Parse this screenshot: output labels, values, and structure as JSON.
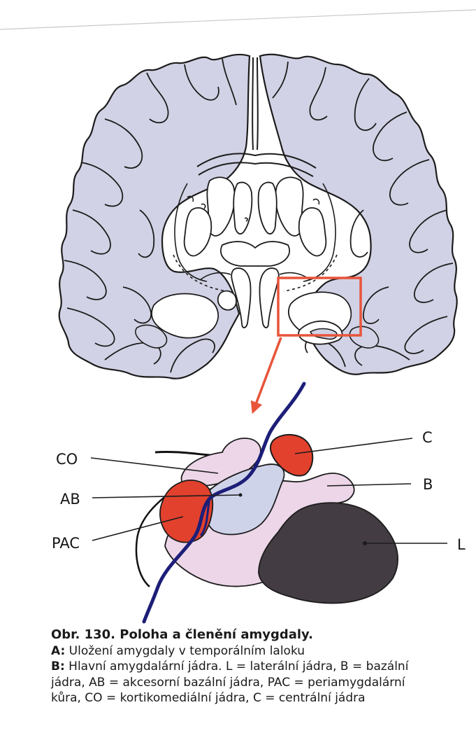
{
  "labels": {
    "co": "CO",
    "ab": "AB",
    "pac": "PAC",
    "c": "C",
    "b": "B",
    "l": "L"
  },
  "caption": {
    "title": "Obr. 130. Poloha a členění amygdaly.",
    "a_lead": "A:",
    "a_text": " Uložení amygdaly v temporálním laloku",
    "b_lead": "B:",
    "b_text_1": " Hlavní amygdalární jádra. L = laterální jádra, B = bazální",
    "b_text_2": "jádra, AB = akcesorní bazální jádra, PAC = periamygdalární",
    "b_text_3": "kůra, CO = kortikomediální jádra, C = centrální jádra"
  },
  "colors": {
    "gray_matter": "#d2d2e6",
    "outline": "#1c1c1c",
    "highlight_box": "#e8543a",
    "red_nucleus": "#e2412d",
    "pink_nucleus": "#ecd6e8",
    "lavender_nucleus": "#cfd3ea",
    "dark_nucleus": "#433c42",
    "navy_line": "#1c1e78"
  }
}
